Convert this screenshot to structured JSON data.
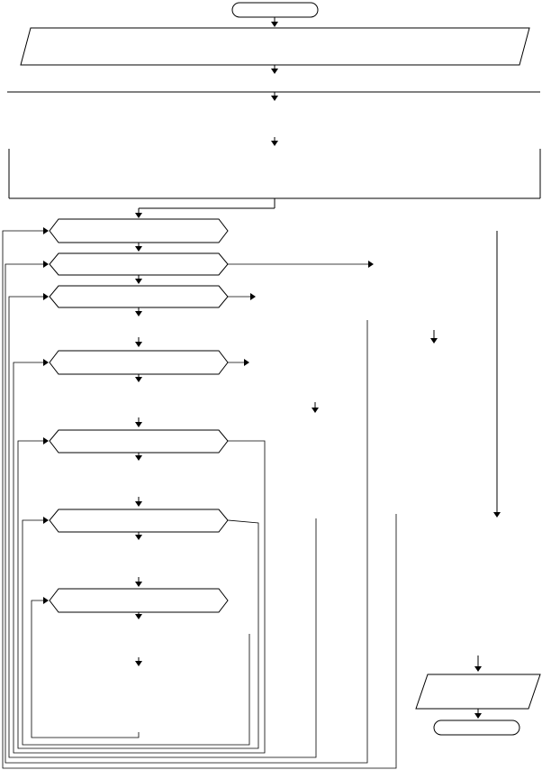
{
  "diagram": {
    "type": "flowchart",
    "terminals": [
      {
        "id": "start",
        "label": ""
      },
      {
        "id": "end",
        "label": ""
      }
    ],
    "io_blocks": [
      {
        "id": "input",
        "label": ""
      },
      {
        "id": "output",
        "label": ""
      }
    ],
    "process_blocks": [
      {
        "id": "process-top",
        "label": ""
      },
      {
        "id": "process-wide",
        "label": ""
      }
    ],
    "loop_blocks": [
      {
        "id": "loop-1",
        "label": ""
      },
      {
        "id": "loop-2",
        "label": ""
      },
      {
        "id": "loop-3",
        "label": ""
      },
      {
        "id": "loop-4",
        "label": ""
      },
      {
        "id": "loop-5",
        "label": ""
      },
      {
        "id": "loop-6",
        "label": ""
      },
      {
        "id": "loop-7",
        "label": ""
      }
    ],
    "colors": {
      "line": "#000000",
      "fill": "#ffffff"
    }
  }
}
